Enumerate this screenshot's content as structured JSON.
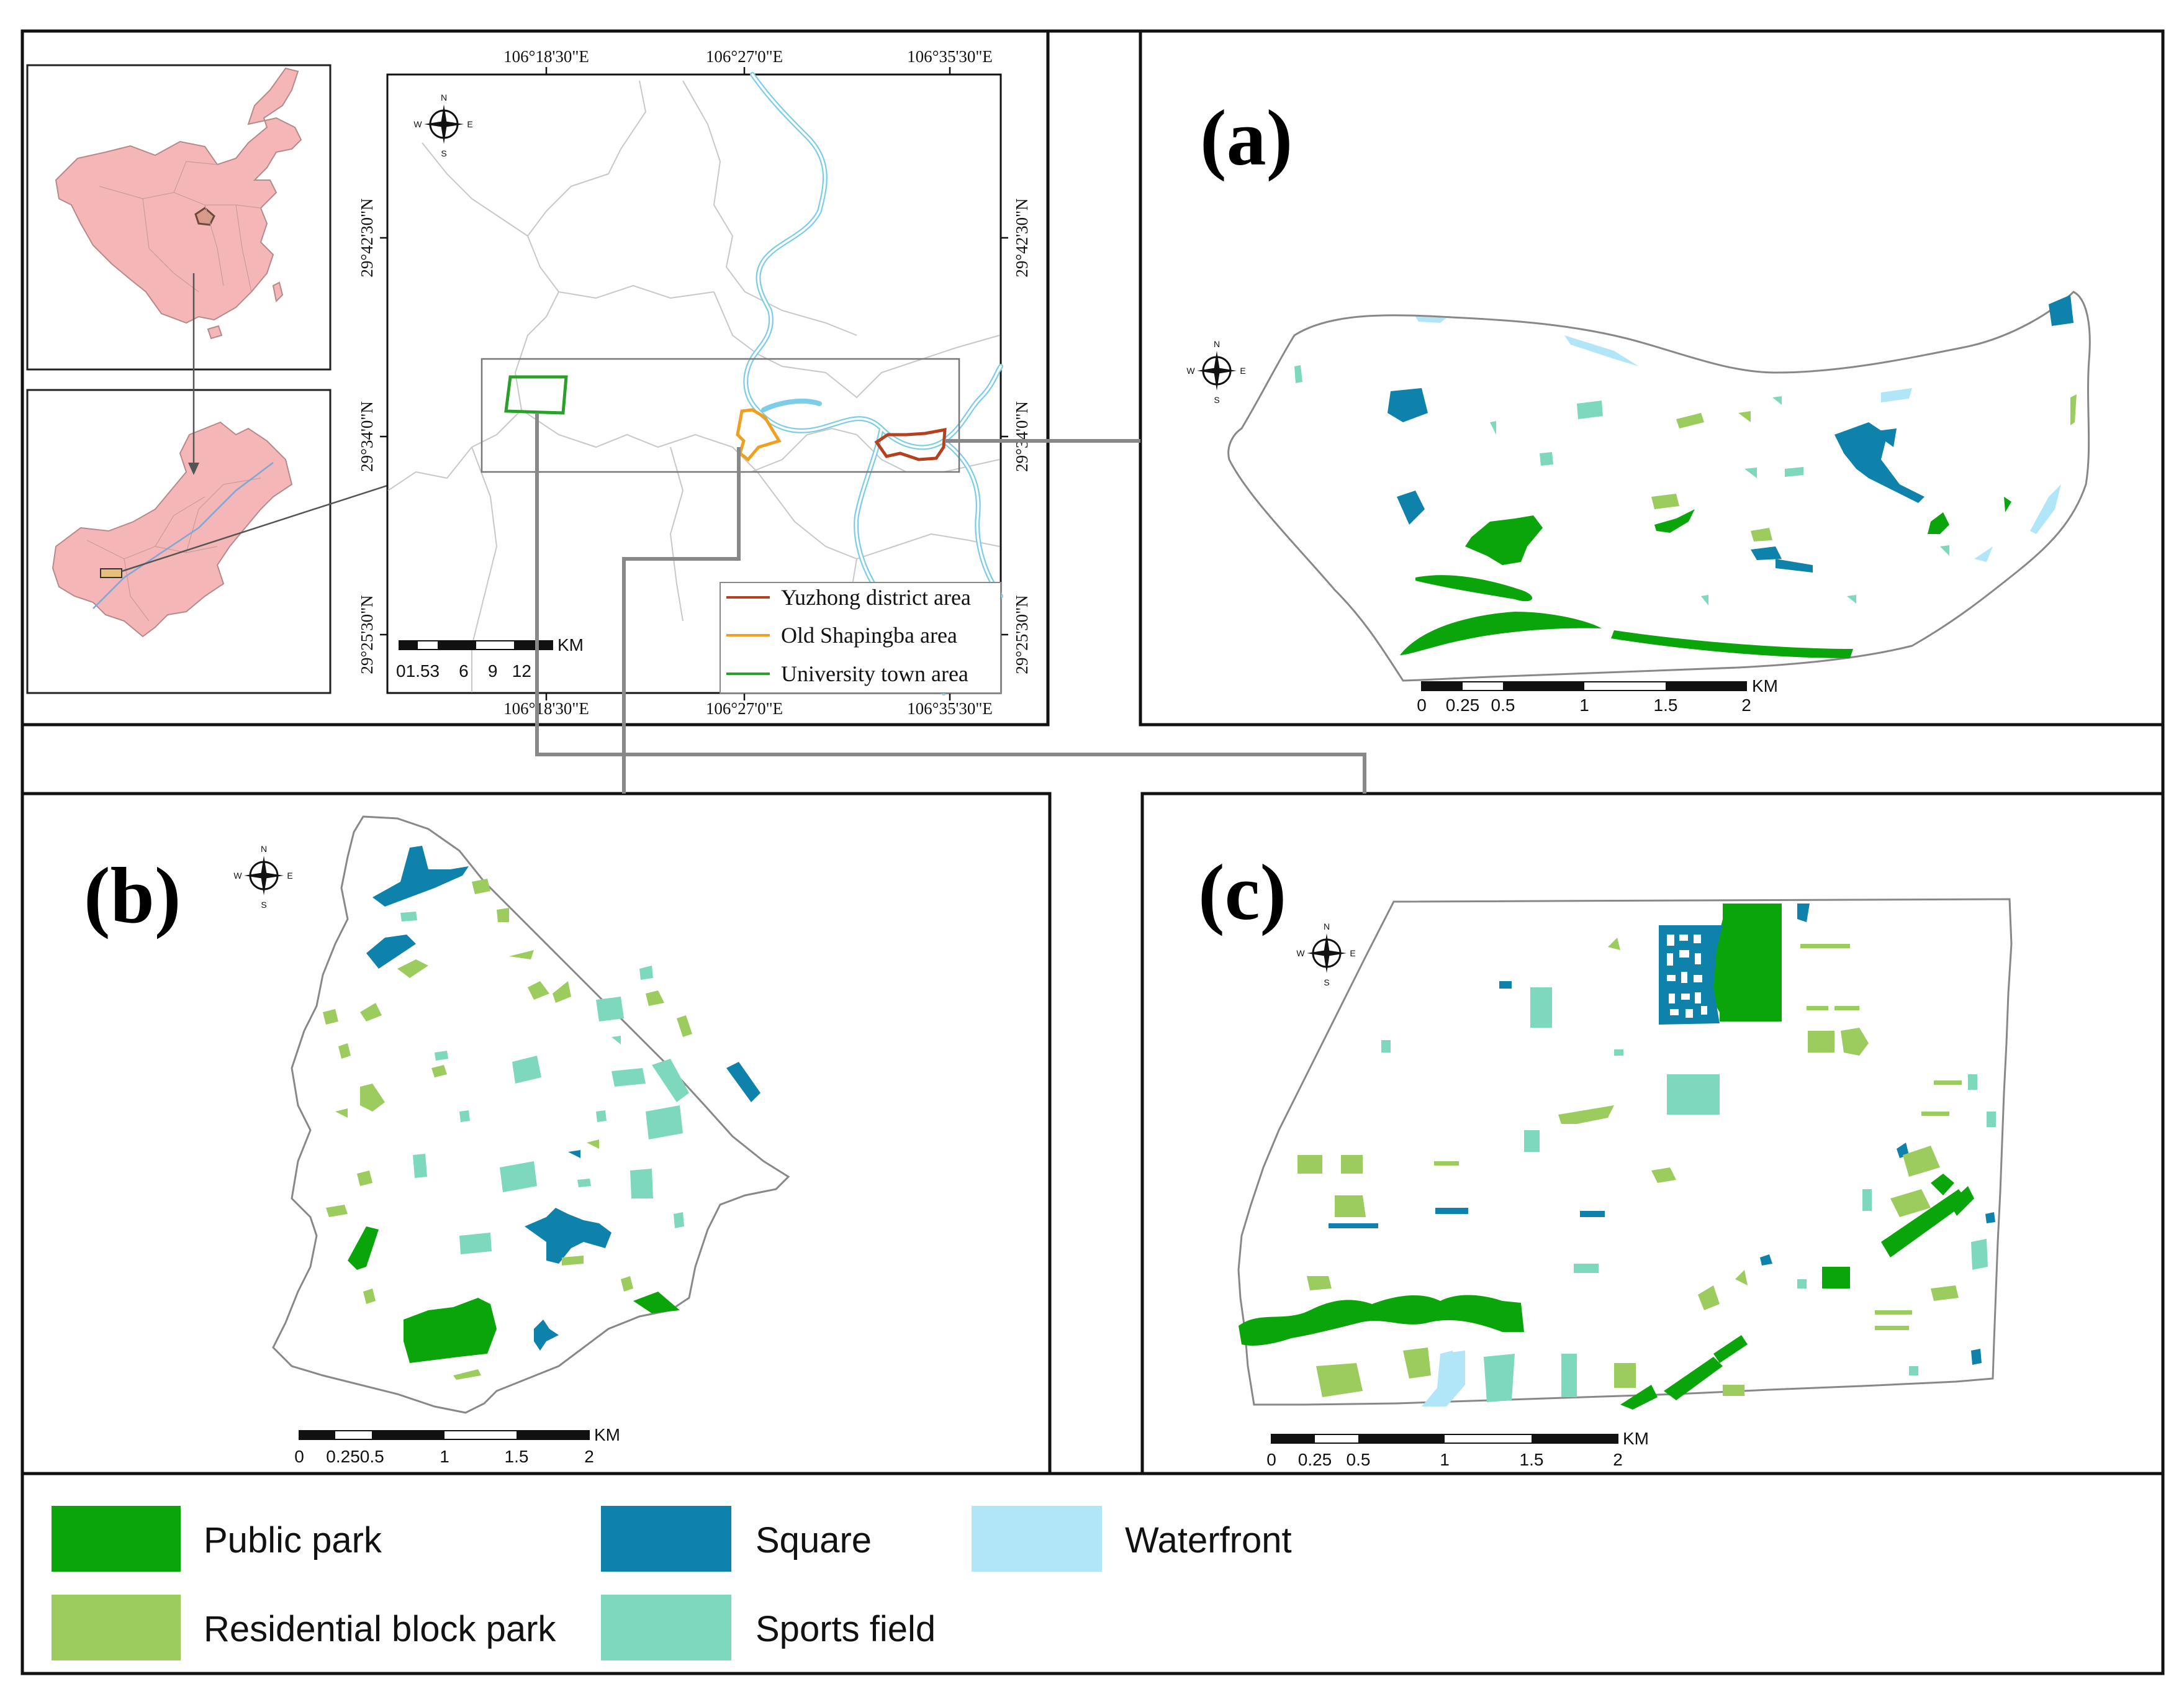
{
  "panels": {
    "a": "(a)",
    "b": "(b)",
    "c": "(c)"
  },
  "overview": {
    "coords_top": [
      "106°18'30\"E",
      "106°27'0\"E",
      "106°35'30\"E"
    ],
    "coords_bottom": [
      "106°18'30\"E",
      "106°27'0\"E",
      "106°35'30\"E"
    ],
    "coords_left": [
      "29°42'30\"N",
      "29°34'0\"N",
      "29°25'30\"N"
    ],
    "coords_right": [
      "29°42'30\"N",
      "29°34'0\"N",
      "29°25'30\"N"
    ],
    "scale_unit": "KM",
    "scale_ticks": "01.53    6    9   12",
    "areas": [
      {
        "label": "Yuzhong district area",
        "color": "#b5401e"
      },
      {
        "label": "Old Shapingba area",
        "color": "#f0a020"
      },
      {
        "label": "University town area",
        "color": "#2aa02a"
      }
    ]
  },
  "scales": {
    "a": {
      "unit": "KM",
      "ticks": [
        "0",
        "0.25",
        "0.5",
        "1",
        "1.5",
        "2"
      ]
    },
    "b": {
      "unit": "KM",
      "ticks": [
        "0",
        "0.250.5",
        "1",
        "1.5",
        "2"
      ]
    },
    "c": {
      "unit": "KM",
      "ticks": [
        "0",
        "0.25",
        "0.5",
        "1",
        "1.5",
        "2"
      ]
    }
  },
  "compass": {
    "n": "N",
    "s": "S",
    "e": "E",
    "w": "W"
  },
  "legend": {
    "items": [
      {
        "label": "Public park",
        "color": "#0aa50a"
      },
      {
        "label": "Square",
        "color": "#0e82aa"
      },
      {
        "label": "Waterfront",
        "color": "#b0e6f8"
      },
      {
        "label": "Residential block park",
        "color": "#9ccb5e"
      },
      {
        "label": "Sports field",
        "color": "#7ed8bd"
      }
    ]
  },
  "colors": {
    "china_fill": "#f4b6b6",
    "river": "#7ecde6",
    "boundary": "#888888",
    "connector": "#888888"
  }
}
